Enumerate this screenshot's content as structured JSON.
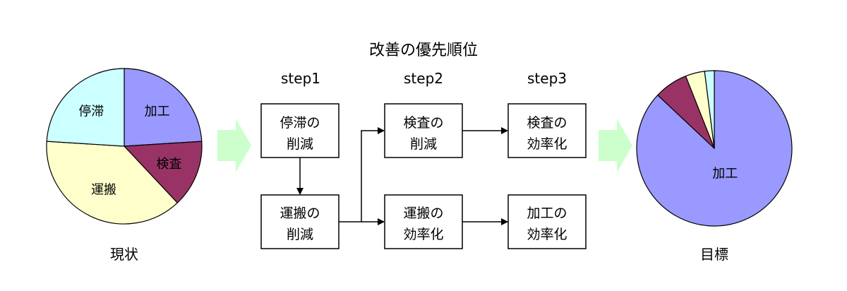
{
  "title": "改善の優先順位",
  "steps": [
    "step1",
    "step2",
    "step3"
  ],
  "boxes": {
    "b1": [
      "停滞の",
      "削減"
    ],
    "b2": [
      "運搬の",
      "削減"
    ],
    "b3": [
      "検査の",
      "削減"
    ],
    "b4": [
      "運搬の",
      "効率化"
    ],
    "b5": [
      "検査の",
      "効率化"
    ],
    "b6": [
      "加工の",
      "効率化"
    ]
  },
  "pies": [
    {
      "caption": "現状",
      "slices": [
        {
          "label": "加工",
          "value": 24,
          "color": "#9999ff"
        },
        {
          "label": "検査",
          "value": 14,
          "color": "#993366"
        },
        {
          "label": "運搬",
          "value": 38,
          "color": "#ffffcc"
        },
        {
          "label": "停滞",
          "value": 24,
          "color": "#ccffff"
        }
      ]
    },
    {
      "caption": "目標",
      "slices": [
        {
          "label": "加工",
          "value": 87,
          "color": "#9999ff"
        },
        {
          "label": "",
          "value": 7,
          "color": "#993366"
        },
        {
          "label": "",
          "value": 4,
          "color": "#ffffcc"
        },
        {
          "label": "",
          "value": 2,
          "color": "#ccffff"
        }
      ]
    }
  ],
  "colors": {
    "flow_arrow": "#ccffcc"
  }
}
